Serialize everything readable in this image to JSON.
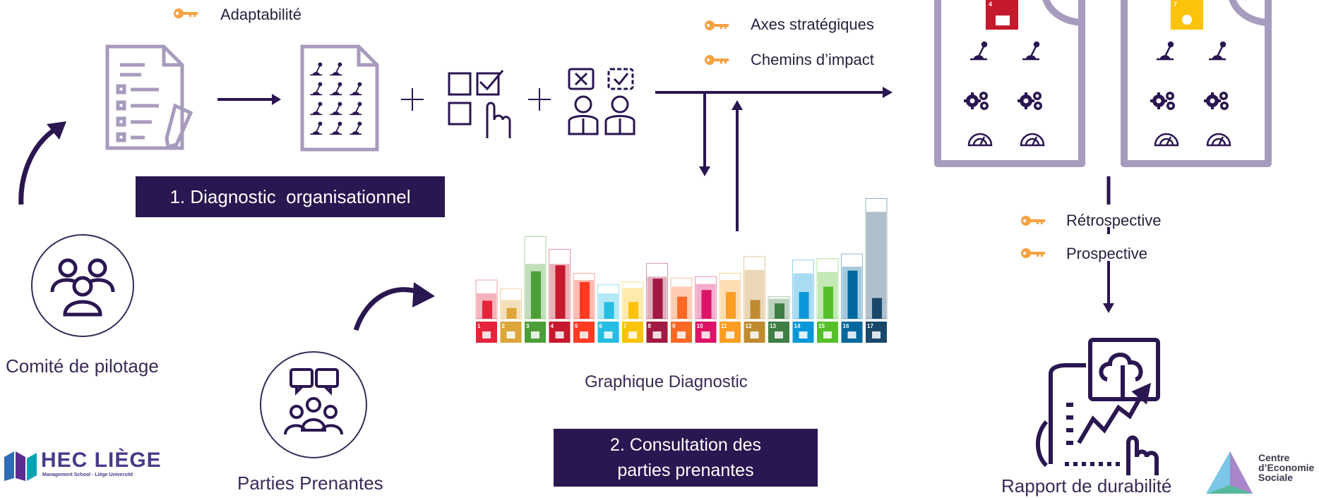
{
  "colors": {
    "dark_purple": "#2a1650",
    "icon_purple": "#3a2a5a",
    "light_purple": "#a79bbe",
    "key_orange": "#f6a243",
    "sdg_colors": [
      "#e5243b",
      "#dda63a",
      "#4c9f38",
      "#c5192d",
      "#ff3a21",
      "#26bde2",
      "#fcc30b",
      "#a21942",
      "#fd6925",
      "#dd1367",
      "#fd9d24",
      "#bf8b2e",
      "#3f7e44",
      "#0a97d9",
      "#56c02b",
      "#00689d",
      "#19486a"
    ]
  },
  "keys": {
    "adaptabilite": "Adaptabilité",
    "axes": "Axes stratégiques",
    "chemins": "Chemins d’impact",
    "retrospective": "Rétrospective",
    "prospective": "Prospective"
  },
  "boxes": {
    "diagnostic": "1. Diagnostic  organisationnel",
    "consultation_line1": "2. Consultation des",
    "consultation_line2": "parties prenantes"
  },
  "labels": {
    "comite": "Comité de pilotage",
    "parties": "Parties Prenantes",
    "graphique": "Graphique Diagnostic",
    "rapport": "Rapport de durabilité"
  },
  "logos": {
    "hec_main": "HEC LIÈGE",
    "hec_sub": "Management School - Liège Université",
    "ces_line1": "Centre",
    "ces_line2": "d’Economie",
    "ces_line3": "Sociale"
  },
  "chart_data": {
    "type": "bar",
    "categories": [
      "1",
      "2",
      "3",
      "4",
      "5",
      "6",
      "7",
      "8",
      "9",
      "10",
      "11",
      "12",
      "13",
      "14",
      "15",
      "16",
      "17"
    ],
    "series": [
      {
        "values": [
          58,
          45,
          123,
          104,
          68,
          51,
          55,
          83,
          61,
          63,
          68,
          93,
          33,
          88,
          90,
          97,
          180
        ]
      },
      {
        "values": [
          38,
          28,
          82,
          82,
          58,
          38,
          46,
          63,
          48,
          52,
          58,
          73,
          30,
          68,
          70,
          78,
          160
        ]
      },
      {
        "values": [
          27,
          16,
          71,
          80,
          55,
          25,
          25,
          60,
          33,
          43,
          40,
          28,
          23,
          40,
          48,
          72,
          31
        ]
      }
    ],
    "ylim": [
      0,
      190
    ]
  }
}
